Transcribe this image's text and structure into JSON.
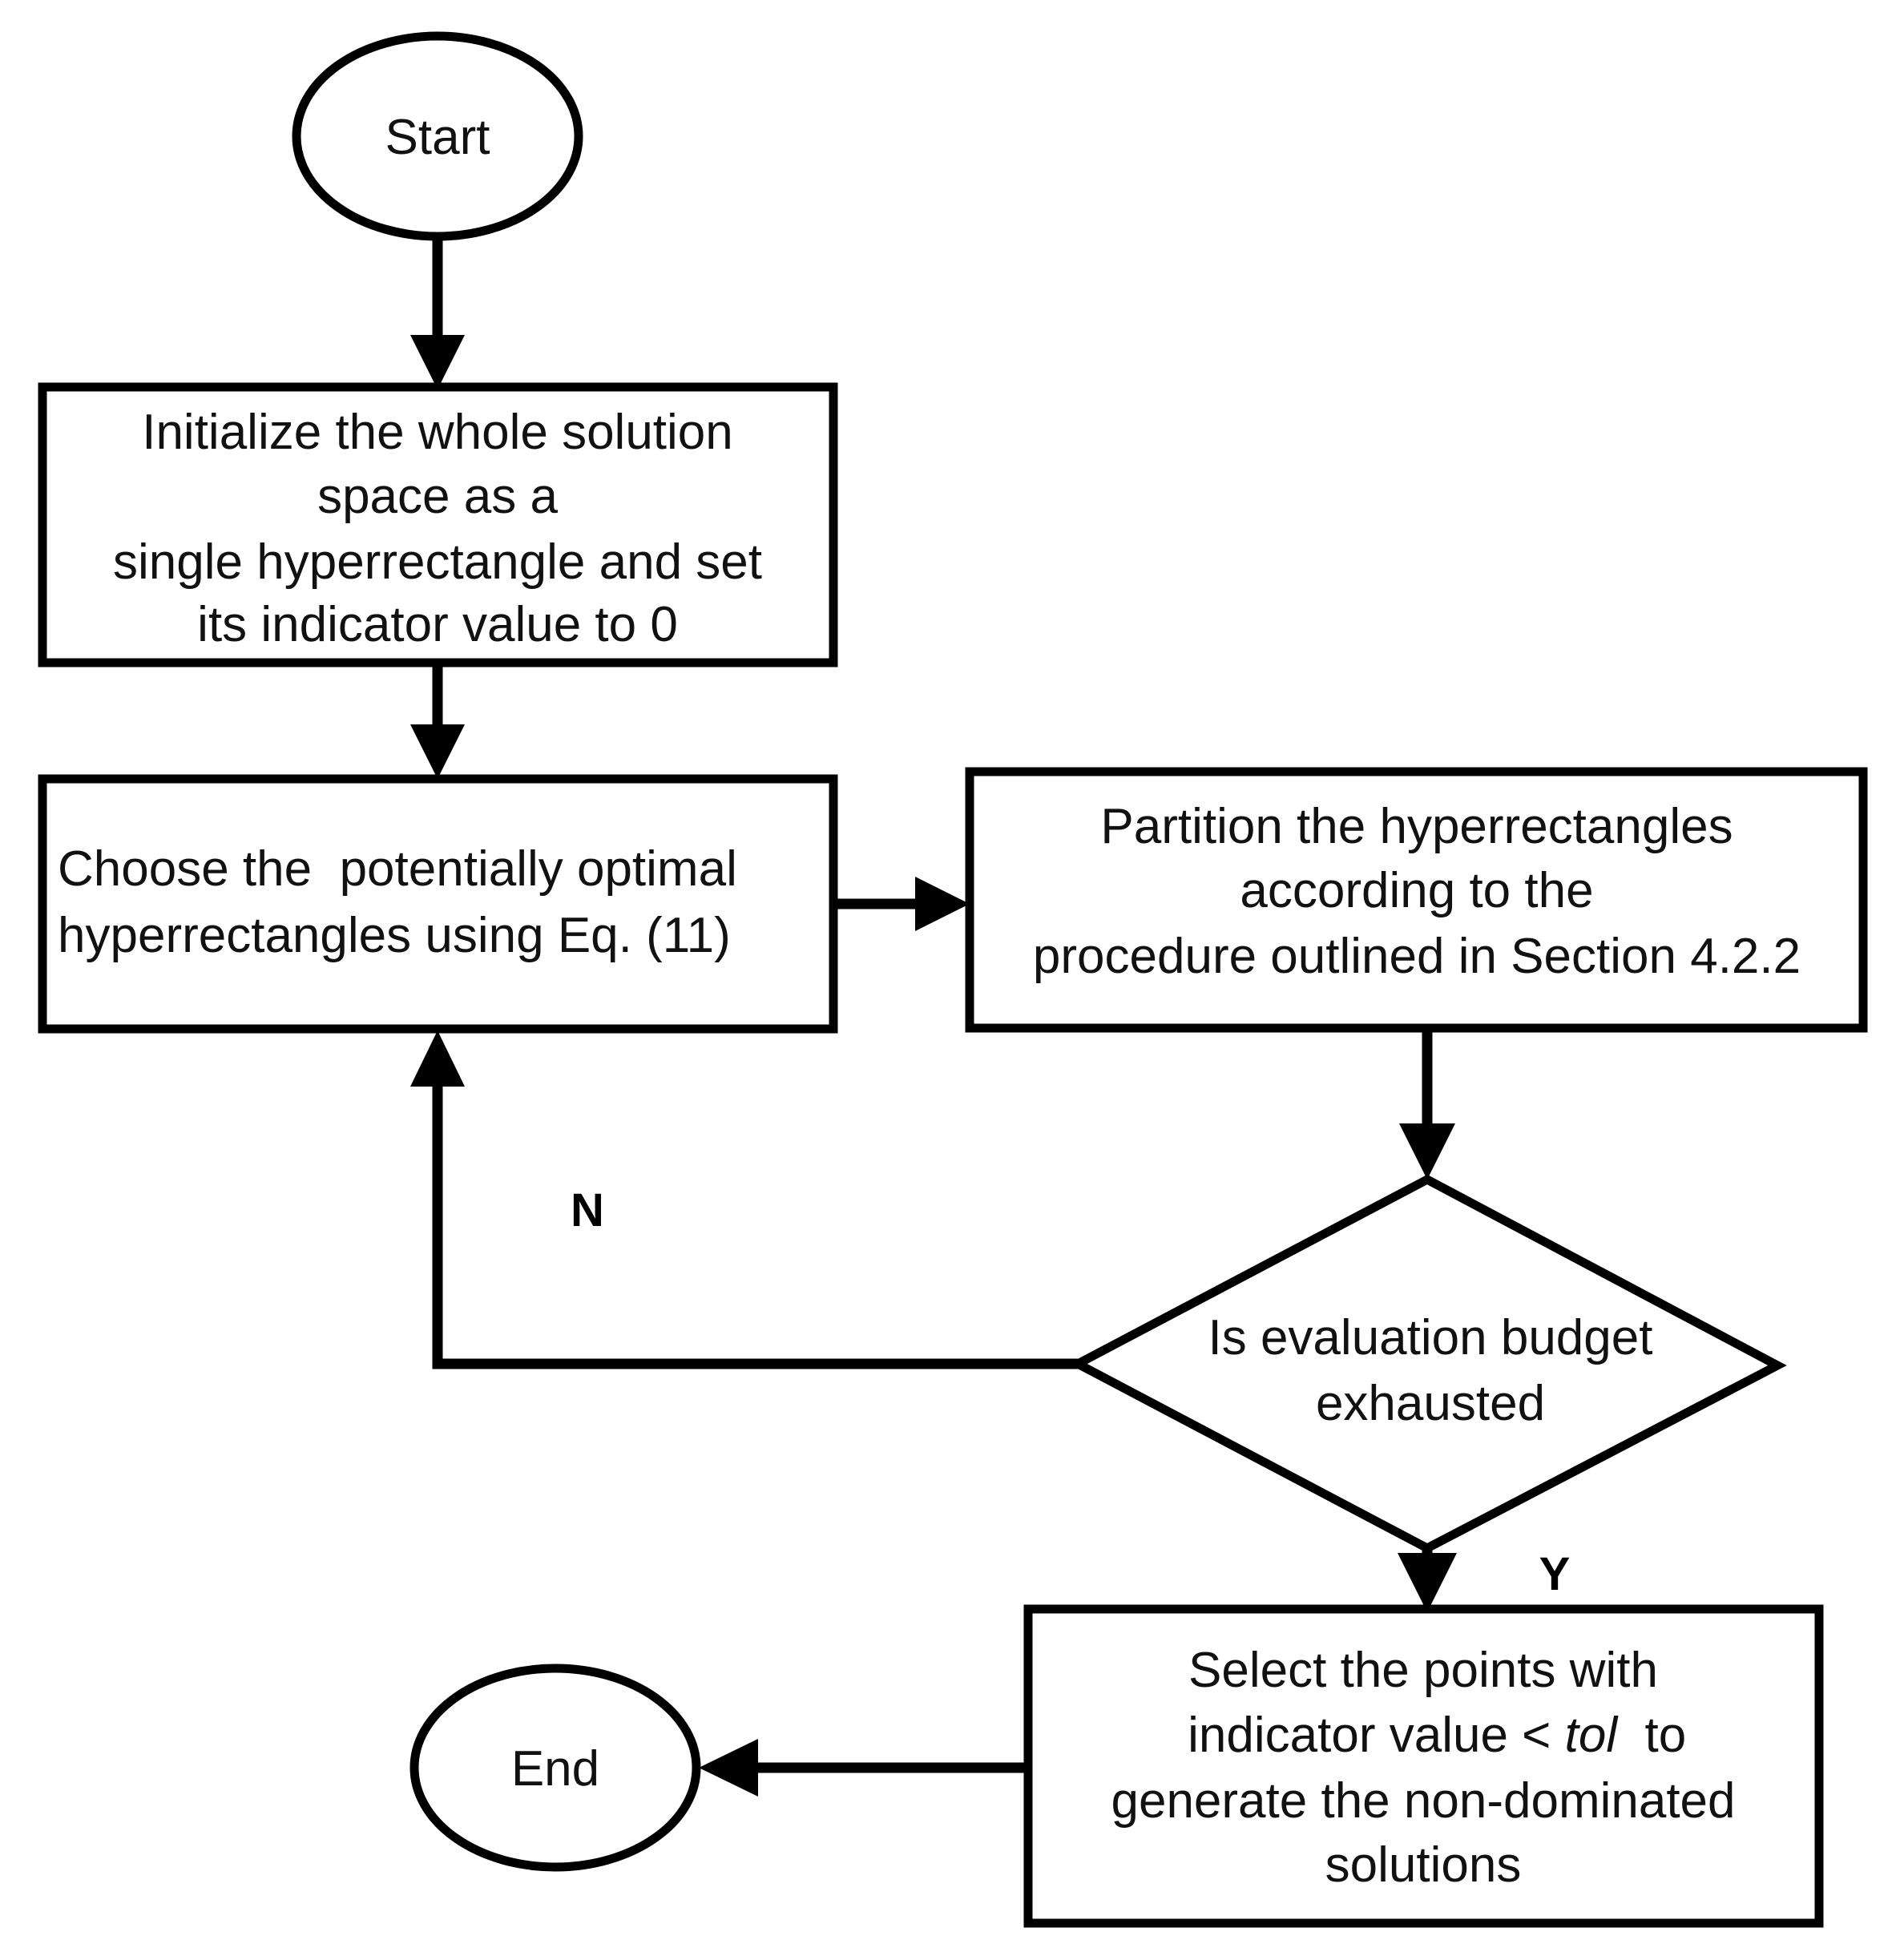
{
  "diagram": {
    "type": "flowchart",
    "title": "",
    "background_color": "#ffffff",
    "stroke_color": "#000000",
    "text_color": "#111111",
    "nodes": {
      "start": {
        "shape": "ellipse",
        "label": "Start"
      },
      "initialize": {
        "shape": "process",
        "line1": "Initialize the whole solution",
        "line2": "space as a",
        "line3": "single hyperrectangle and set",
        "line4": "its indicator value to 0"
      },
      "choose": {
        "shape": "process",
        "line1": "Choose the  potentially optimal",
        "line2": "hyperrectangles using Eq. (11)"
      },
      "partition": {
        "shape": "process",
        "line1": "Partition the hyperrectangles",
        "line2": "according to the",
        "line3": "procedure outlined in Section 4.2.2"
      },
      "decision": {
        "shape": "diamond",
        "line1": "Is evaluation budget",
        "line2": "exhausted"
      },
      "select": {
        "shape": "process",
        "line1": "Select the points with",
        "line2_prefix": "indicator value < ",
        "line2_italic": "tol",
        "line2_suffix": "  to",
        "line3": "generate the non-dominated",
        "line4": "solutions"
      },
      "end": {
        "shape": "ellipse",
        "label": "End"
      }
    },
    "edges": [
      {
        "id": "start-to-initialize",
        "from": "start",
        "to": "initialize",
        "label": ""
      },
      {
        "id": "initialize-to-choose",
        "from": "initialize",
        "to": "choose",
        "label": ""
      },
      {
        "id": "choose-to-partition",
        "from": "choose",
        "to": "partition",
        "label": ""
      },
      {
        "id": "partition-to-decision",
        "from": "partition",
        "to": "decision",
        "label": ""
      },
      {
        "id": "decision-no-to-choose",
        "from": "decision",
        "to": "choose",
        "label": "N"
      },
      {
        "id": "decision-yes-to-select",
        "from": "decision",
        "to": "select",
        "label": "Y"
      },
      {
        "id": "select-to-end",
        "from": "select",
        "to": "end",
        "label": ""
      }
    ],
    "branch_labels": {
      "no": "N",
      "yes": "Y"
    }
  }
}
